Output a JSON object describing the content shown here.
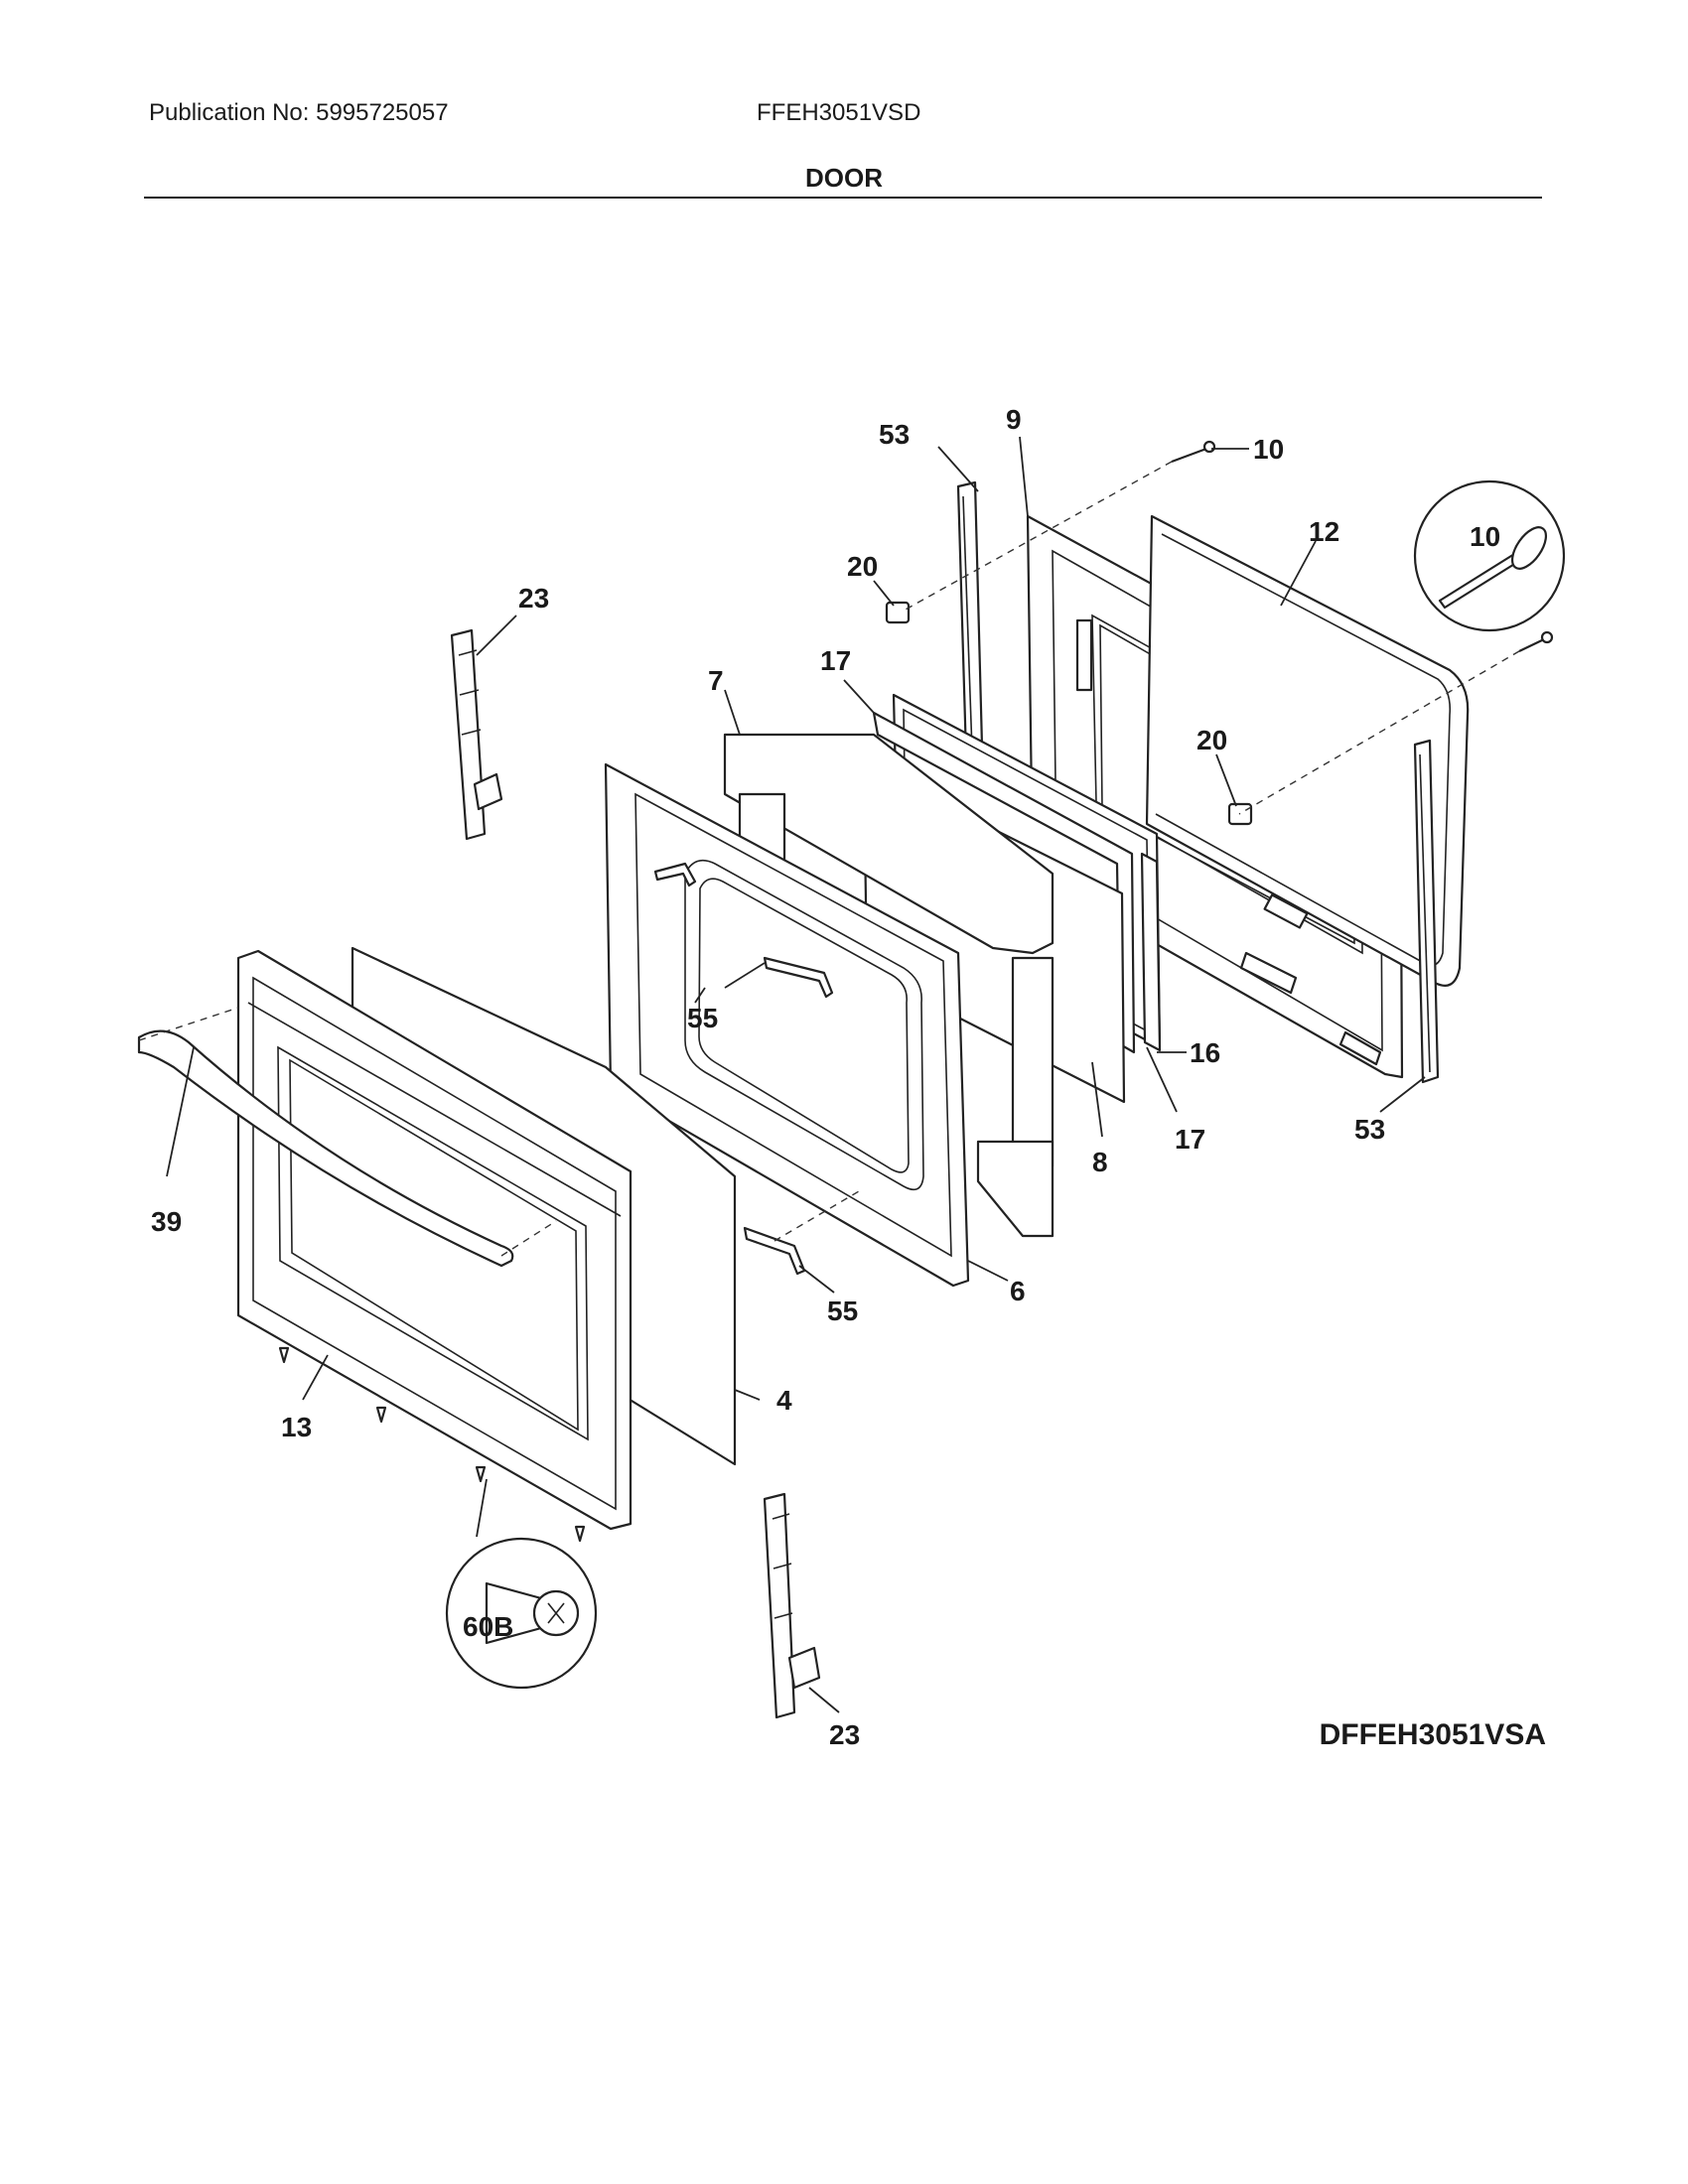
{
  "header": {
    "publication": "Publication No: 5995725057",
    "model": "FFEH3051VSD",
    "section_title": "DOOR"
  },
  "diagram_id": "DFFEH3051VSA",
  "callouts": {
    "c53_top": "53",
    "c9": "9",
    "c10_top": "10",
    "c10_detail": "10",
    "c12": "12",
    "c20_top": "20",
    "c20_mid": "20",
    "c23_top": "23",
    "c7": "7",
    "c17_top": "17",
    "c55_mid": "55",
    "c16": "16",
    "c17_bottom": "17",
    "c53_bottom": "53",
    "c8": "8",
    "c39": "39",
    "c6": "6",
    "c55_bottom": "55",
    "c4": "4",
    "c13": "13",
    "c60b": "60B",
    "c23_bottom": "23"
  }
}
